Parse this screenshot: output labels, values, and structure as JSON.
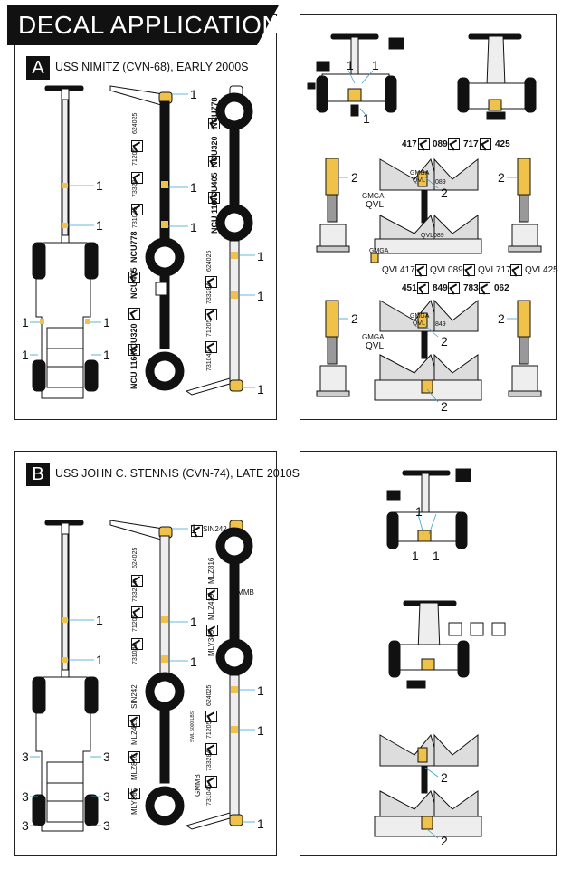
{
  "header": {
    "title": "DECAL APPLICATION"
  },
  "section_a": {
    "letter": "A",
    "title": "USS NIMITZ (CVN-68), EARLY 2000S"
  },
  "section_b": {
    "letter": "B",
    "title": "USS JOHN C. STENNIS (CVN-74), LATE 2010S"
  },
  "callouts": {
    "one": "1",
    "two": "2",
    "three": "3"
  },
  "a_left": {
    "codes": [
      "NCU778",
      "NCU320",
      "NCU405",
      "NCU 116",
      "NCU405",
      "NCU778",
      "NCU320",
      "NCU 116"
    ],
    "nums": [
      "624025",
      "71205",
      "733284",
      "731045",
      "624025",
      "733284",
      "71205",
      "731045"
    ]
  },
  "b_left": {
    "codes": [
      "SIN242",
      "MLZ816",
      "MLZ419",
      "MLY385",
      "SIN242",
      "MLZ419",
      "MLZ816",
      "MLY385"
    ],
    "gmmb": "GMMB",
    "swl": "SWL 5000 LBS",
    "nums": [
      "624025",
      "733284",
      "71205",
      "731045",
      "624025",
      "71205",
      "733284",
      "731045"
    ]
  },
  "a_right": {
    "row1": [
      "417",
      "089",
      "717",
      "425"
    ],
    "row2": [
      "QVL417",
      "QVL089",
      "QVL717",
      "QVL425"
    ],
    "row3": [
      "451",
      "849",
      "783",
      "062"
    ],
    "gmga": "GMGA",
    "qvl": "QVL",
    "qvl089": "QVL089",
    "n089": "089",
    "n849": "849"
  }
}
